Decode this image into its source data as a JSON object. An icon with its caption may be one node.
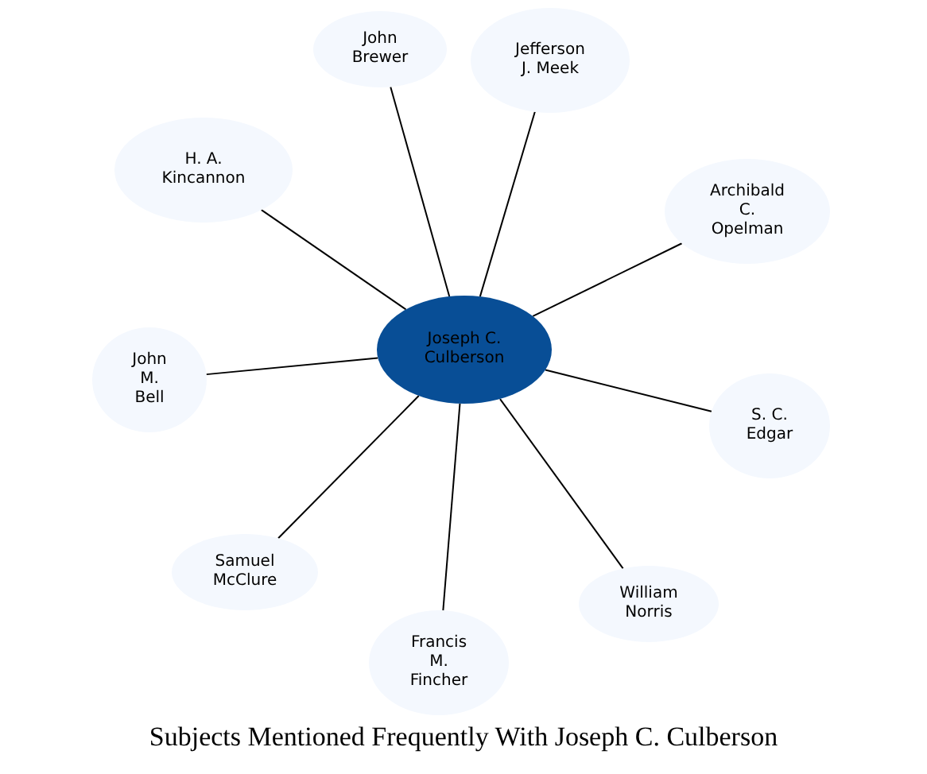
{
  "diagram": {
    "title": "Subjects Mentioned Frequently With Joseph C. Culberson",
    "nodes": [
      {
        "text": [
          "John Brewer"
        ]
      },
      {
        "text": [
          "Jefferson J. Meek"
        ]
      },
      {
        "text": [
          "H. A. Kincannon"
        ]
      },
      {
        "text": [
          "Archibald C. Opelman"
        ]
      },
      {
        "text": [
          "Joseph C. Culberson"
        ]
      },
      {
        "text": [
          "John M. Bell"
        ]
      },
      {
        "text": [
          "S. C. Edgar"
        ]
      },
      {
        "text": [
          "Samuel McClure"
        ]
      },
      {
        "text": [
          "William Norris"
        ]
      },
      {
        "text": [
          "Francis M. Fincher"
        ]
      }
    ],
    "edges": [
      {
        "from": 4,
        "to": 0,
        "arrow": "none"
      },
      {
        "from": 4,
        "to": 1,
        "arrow": "none"
      },
      {
        "from": 4,
        "to": 2,
        "arrow": "none"
      },
      {
        "from": 4,
        "to": 3,
        "arrow": "none"
      },
      {
        "from": 4,
        "to": 5,
        "arrow": "none"
      },
      {
        "from": 4,
        "to": 6,
        "arrow": "none"
      },
      {
        "from": 4,
        "to": 7,
        "arrow": "none"
      },
      {
        "from": 4,
        "to": 8,
        "arrow": "none"
      },
      {
        "from": 4,
        "to": 9,
        "arrow": "none"
      }
    ]
  }
}
